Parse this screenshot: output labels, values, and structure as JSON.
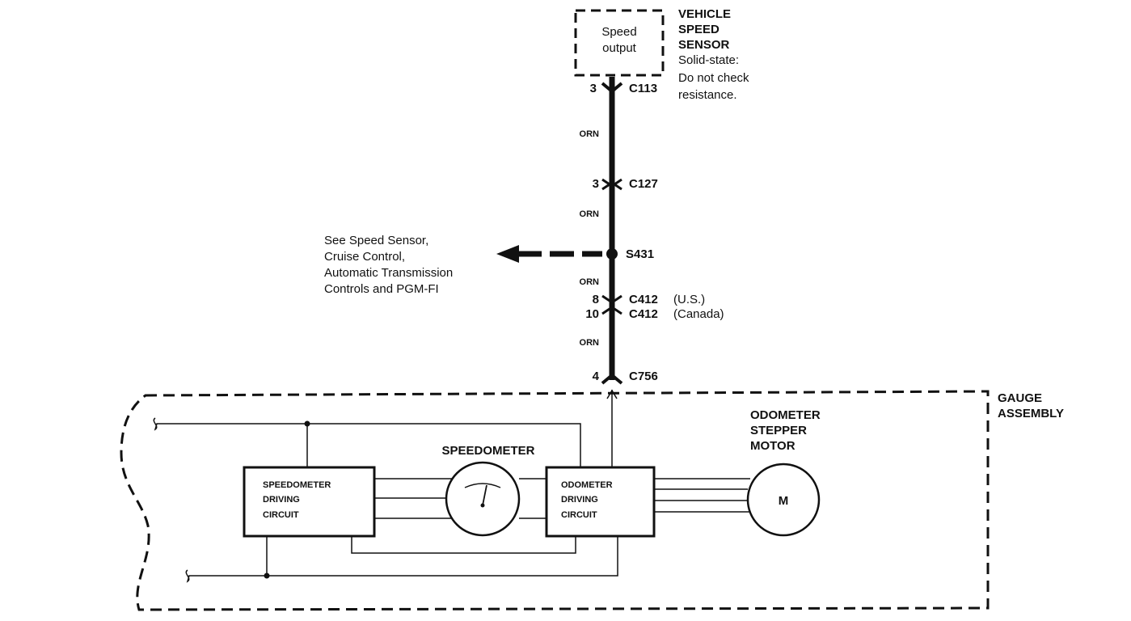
{
  "sensor": {
    "box_line1": "Speed",
    "box_line2": "output",
    "title_line1": "VEHICLE",
    "title_line2": "SPEED",
    "title_line3": "SENSOR",
    "note_line1": "Solid-state:",
    "note_line2": "Do not check",
    "note_line3": "resistance."
  },
  "connectors": {
    "c113": {
      "pin": "3",
      "name": "C113"
    },
    "c127": {
      "pin": "3",
      "name": "C127"
    },
    "s431": {
      "name": "S431"
    },
    "c412_us": {
      "pin": "8",
      "name": "C412",
      "note": "(U.S.)"
    },
    "c412_ca": {
      "pin": "10",
      "name": "C412",
      "note": "(Canada)"
    },
    "c756": {
      "pin": "4",
      "name": "C756"
    }
  },
  "wire_colors": {
    "seg1": "ORN",
    "seg2": "ORN",
    "seg3": "ORN",
    "seg4": "ORN"
  },
  "see_note": {
    "line1": "See Speed Sensor,",
    "line2": "Cruise Control,",
    "line3": "Automatic Transmission",
    "line4": "Controls and PGM-FI"
  },
  "gauge": {
    "assembly_line1": "GAUGE",
    "assembly_line2": "ASSEMBLY",
    "speedometer_label": "SPEEDOMETER",
    "speedo_circuit_line1": "SPEEDOMETER",
    "speedo_circuit_line2": "DRIVING",
    "speedo_circuit_line3": "CIRCUIT",
    "odo_circuit_line1": "ODOMETER",
    "odo_circuit_line2": "DRIVING",
    "odo_circuit_line3": "CIRCUIT",
    "motor_line1": "ODOMETER",
    "motor_line2": "STEPPER",
    "motor_line3": "MOTOR",
    "motor_symbol": "M"
  }
}
